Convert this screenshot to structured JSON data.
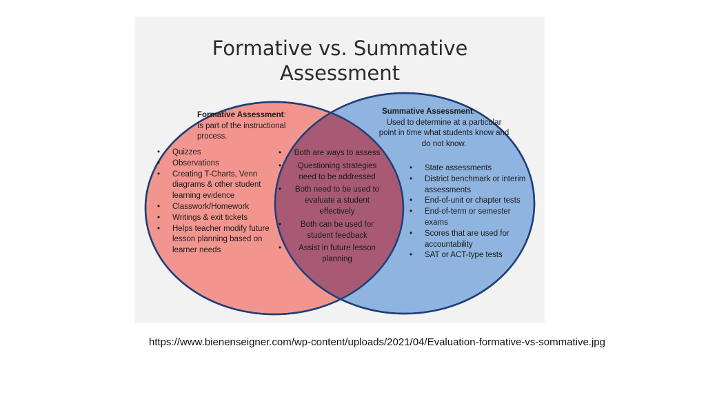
{
  "title_line1": "Formative vs. Summative",
  "title_line2": "Assessment",
  "formative": {
    "heading": "Formative Assessment",
    "heading_suffix": ":",
    "desc_line1": "Is part of the instructional",
    "desc_line2": "process.",
    "items": [
      "Quizzes",
      "Observations",
      "Creating T-Charts, Venn diagrams & other student learning evidence",
      "Classwork/Homework",
      "Writings & exit tickets",
      "Helps teacher modify future lesson planning based on learner needs"
    ]
  },
  "summative": {
    "heading": "Summative Assessment",
    "heading_suffix": ":",
    "desc_line1": "Used to determine at a particular",
    "desc_line2": "point in time what students know and",
    "desc_line3": "do not know.",
    "items": [
      "State assessments",
      "District benchmark or interim assessments",
      "End-of-unit or chapter tests",
      "End-of-term or semester exams",
      "Scores that are used for accountability",
      "SAT or ACT-type tests"
    ]
  },
  "overlap": {
    "items": [
      "Both are ways to assess",
      "Questioning strategies need to be addressed",
      "Both need to be used to evaluate a student effectively",
      "Both can be used for student feedback",
      "Assist in future lesson planning"
    ]
  },
  "source_url": "https://www.bienenseigner.com/wp-content/uploads/2021/04/Evaluation-formative-vs-sommative.jpg",
  "colors": {
    "formative_fill": "#f3958f",
    "summative_fill": "#8fb4e0",
    "overlap_fill": "#a85a74",
    "outline": "#1f3f78"
  }
}
